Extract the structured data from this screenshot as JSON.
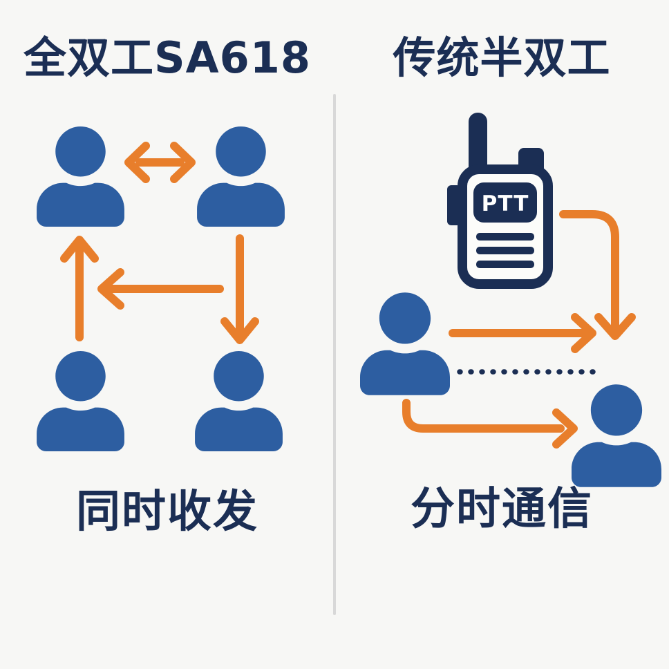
{
  "left_panel": {
    "title": "全双工SA618",
    "caption": "同时收发",
    "description": "four users connected by bidirectional arrows, all talking simultaneously"
  },
  "right_panel": {
    "title": "传统半双工",
    "caption": "分时通信",
    "walkie_talkie_label": "PTT",
    "description": "push-to-talk radio; one user transmits at a time, alternating turns"
  },
  "colors": {
    "bg": "#f7f7f5",
    "navy": "#1b2e54",
    "person-blue": "#2d5ea1",
    "orange": "#e87e2b",
    "divider": "#d8d8d8",
    "device-face": "#fcfcfa"
  }
}
